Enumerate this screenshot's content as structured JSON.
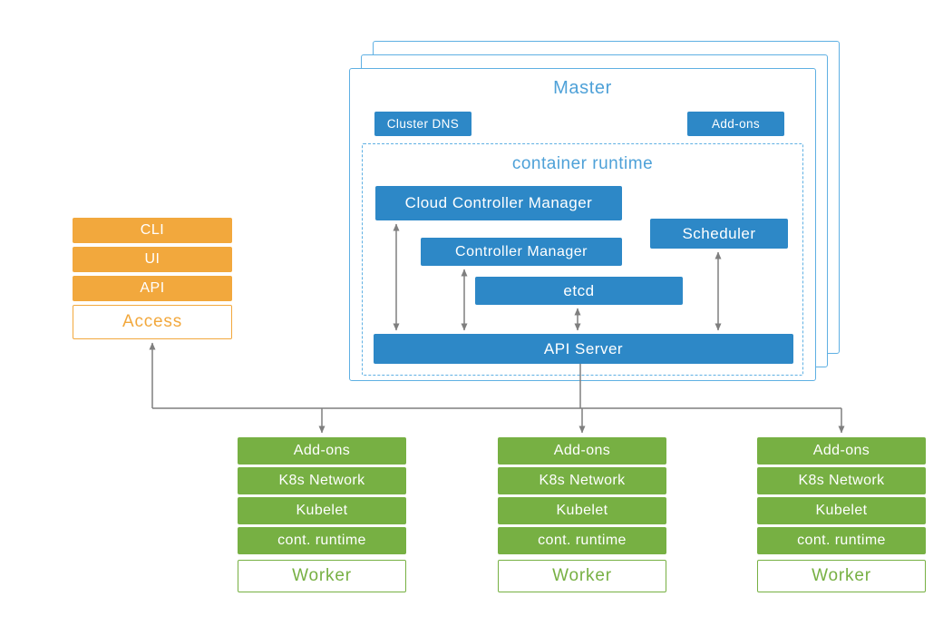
{
  "colors": {
    "blue": "#2d88c7",
    "light_blue": "#5fb0e3",
    "blue_text": "#4ea1d8",
    "orange": "#f2a83d",
    "green": "#77b043",
    "arrow_gray": "#7f7f7f"
  },
  "master": {
    "title": "Master",
    "cluster_dns_label": "Cluster DNS",
    "addons_label": "Add-ons",
    "container_runtime": {
      "title": "container runtime",
      "cloud_controller_manager": "Cloud Controller Manager",
      "controller_manager": "Controller Manager",
      "scheduler": "Scheduler",
      "etcd": "etcd",
      "api_server": "API Server"
    }
  },
  "access": {
    "items": [
      "CLI",
      "UI",
      "API"
    ],
    "label": "Access"
  },
  "workers": {
    "rows": [
      "Add-ons",
      "K8s Network",
      "Kubelet",
      "cont. runtime"
    ],
    "label": "Worker"
  }
}
